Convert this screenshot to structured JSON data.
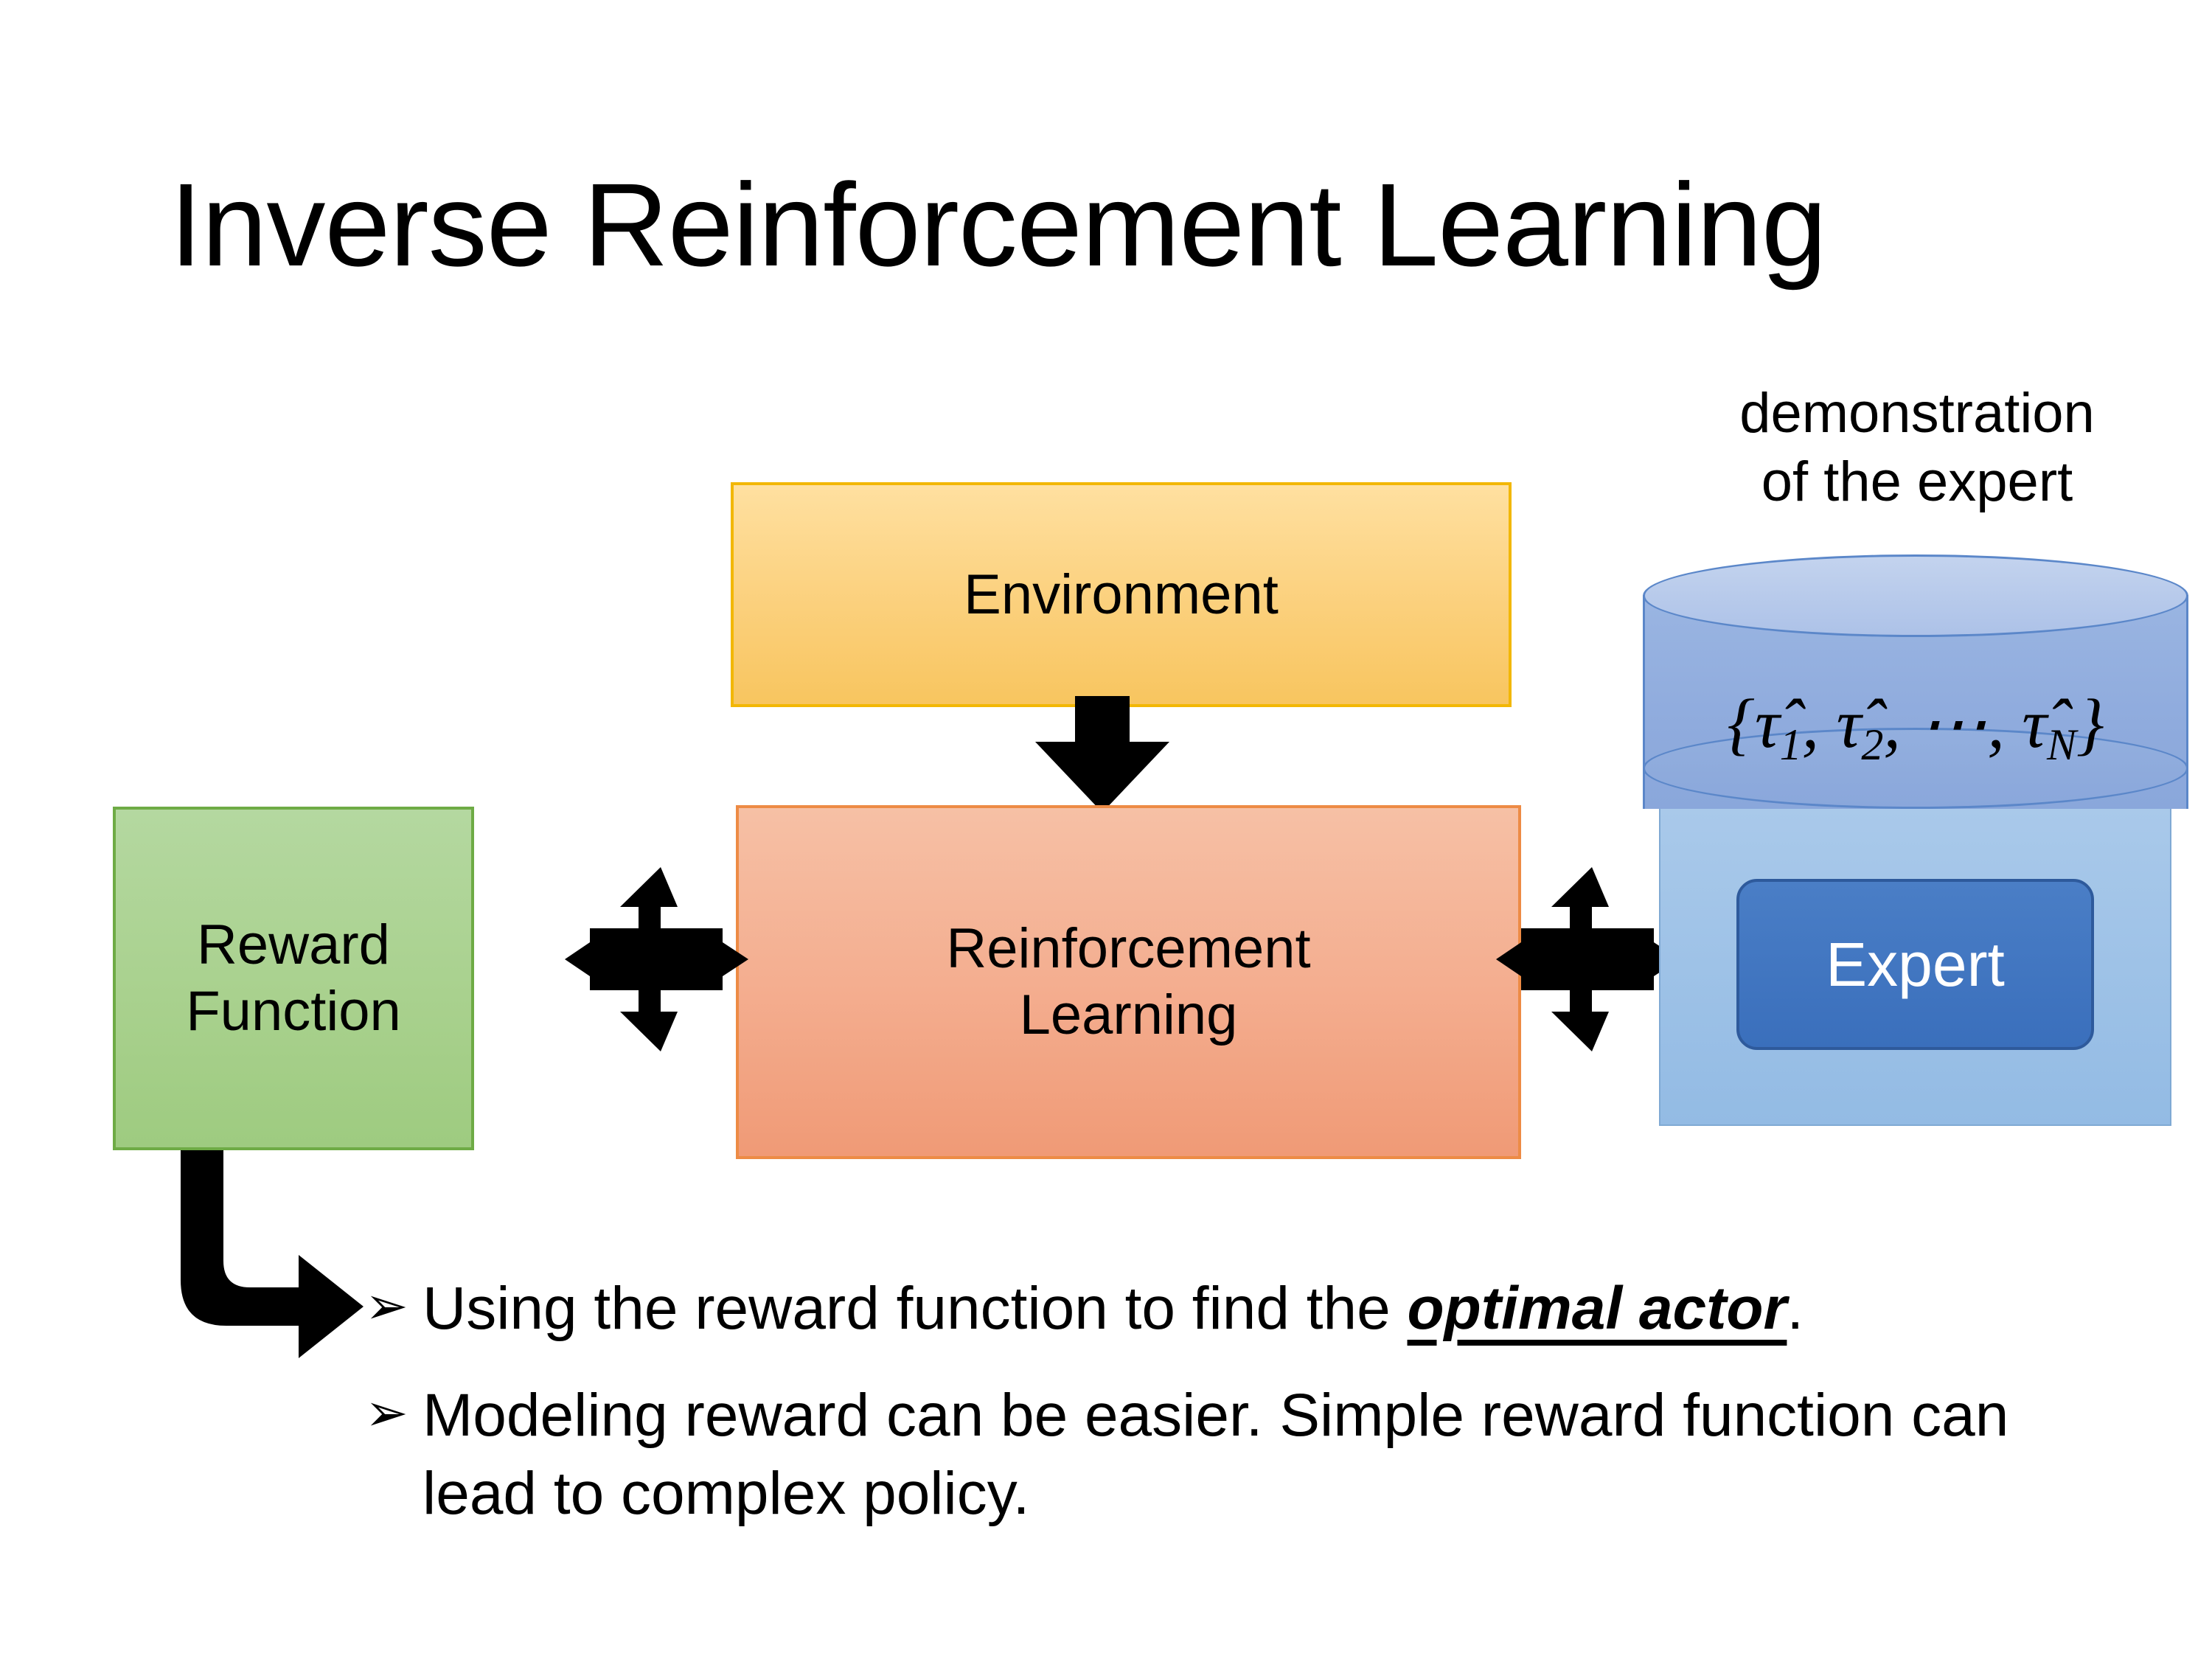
{
  "slide": {
    "title": "Inverse Reinforcement Learning",
    "background_color": "#ffffff"
  },
  "diagram": {
    "environment_box": {
      "label": "Environment",
      "fill_color": "#fbd07c",
      "border_color": "#f2b705"
    },
    "reinforcement_learning_box": {
      "label_line1": "Reinforcement",
      "label_line2": "Learning",
      "fill_color": "#f4ae90",
      "border_color": "#ed8b45"
    },
    "reward_function_box": {
      "label_line1": "Reward",
      "label_line2": "Function",
      "fill_color": "#a9d18e",
      "border_color": "#6eab45"
    },
    "demonstration": {
      "caption_line1": "demonstration",
      "caption_line2": "of the expert",
      "cylinder_label_open": "{",
      "cylinder_label_tau1": "τ̂1",
      "cylinder_label_tau2": "τ̂2",
      "cylinder_label_dots": "⋯",
      "cylinder_label_tauN": "τ̂N",
      "cylinder_label_close": "}",
      "cylinder_fill_color": "#8fabdd",
      "cylinder_top_color": "#b7c9ec",
      "cylinder_border_color": "#5b87c9"
    },
    "expert_panel": {
      "fill_color": "#9cbfe7",
      "border_color": "#7fa9d4"
    },
    "expert_box": {
      "label": "Expert",
      "fill_color": "#3a6fbc",
      "border_color": "#2e5a9c",
      "text_color": "#ffffff"
    },
    "arrows": {
      "environment_to_rl": "down-arrow",
      "reward_to_rl": "four-way-arrow",
      "rl_to_expert": "four-way-arrow",
      "reward_to_bullets": "bent-arrow-down-right",
      "color": "#000000"
    }
  },
  "bullets": [
    {
      "marker": "➢",
      "text_before": "Using the reward function to find the ",
      "emphasis": "optimal actor",
      "text_after": "."
    },
    {
      "marker": "➢",
      "text_before": "Modeling reward can be easier. Simple reward function can lead to complex policy.",
      "emphasis": "",
      "text_after": ""
    }
  ]
}
